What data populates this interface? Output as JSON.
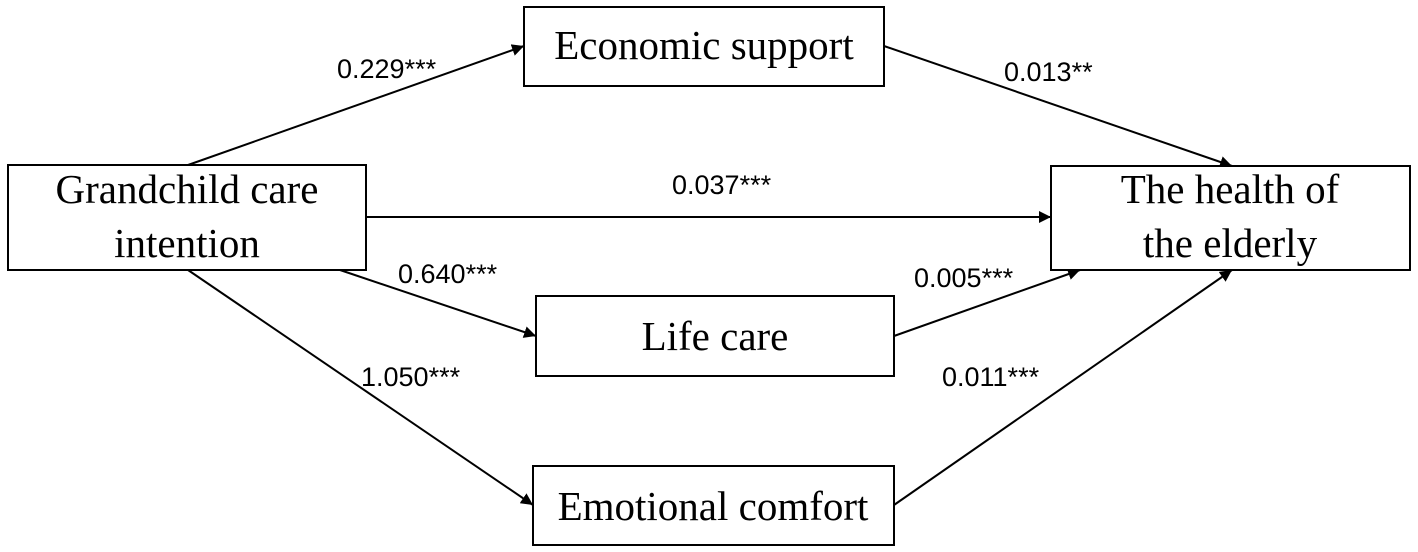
{
  "nodes": {
    "grandchild_care": {
      "line1": "Grandchild care",
      "line2": "intention"
    },
    "economic_support": {
      "label": "Economic support"
    },
    "life_care": {
      "label": "Life care"
    },
    "emotional_comfort": {
      "label": "Emotional comfort"
    },
    "elderly_health": {
      "line1": "The health of",
      "line2": "the elderly"
    }
  },
  "edges": {
    "care_to_economic": {
      "coefficient": "0.229***"
    },
    "economic_to_health": {
      "coefficient": "0.013**"
    },
    "care_to_health": {
      "coefficient": "0.037***"
    },
    "care_to_lifecare": {
      "coefficient": "0.640***"
    },
    "lifecare_to_health": {
      "coefficient": "0.005***"
    },
    "care_to_emotional": {
      "coefficient": "1.050***"
    },
    "emotional_to_health": {
      "coefficient": "0.011***"
    }
  }
}
